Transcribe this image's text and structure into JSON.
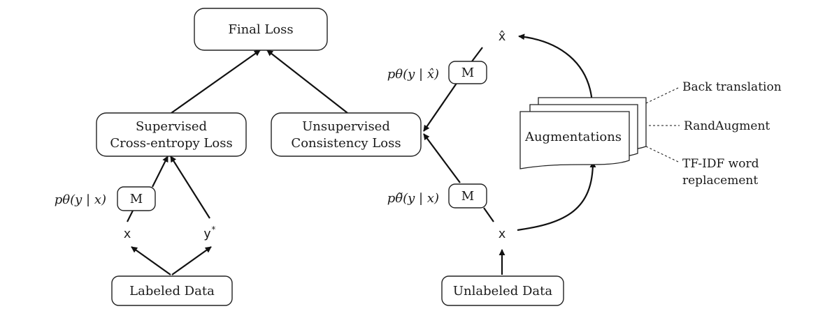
{
  "nodes": {
    "final_loss": "Final Loss",
    "supervised_line1": "Supervised",
    "supervised_line2": "Cross-entropy Loss",
    "unsupervised_line1": "Unsupervised",
    "unsupervised_line2": "Consistency Loss",
    "labeled_data": "Labeled Data",
    "unlabeled_data": "Unlabeled Data",
    "model_m": "M",
    "augmentations": "Augmentations"
  },
  "variables": {
    "x_labeled": "x",
    "y_star": "y",
    "y_star_sup": "*",
    "x_unlabeled": "x",
    "x_hat": "x̂"
  },
  "formulas": {
    "p_theta_x": "pθ(y | x)",
    "p_theta_xhat": "pθ(y | x̂)",
    "p_theta_tilde_x": "pθ̃(y | x)"
  },
  "augmentation_methods": {
    "back_translation": "Back translation",
    "randaugment": "RandAugment",
    "tfidf_line1": "TF-IDF word",
    "tfidf_line2": "replacement"
  }
}
